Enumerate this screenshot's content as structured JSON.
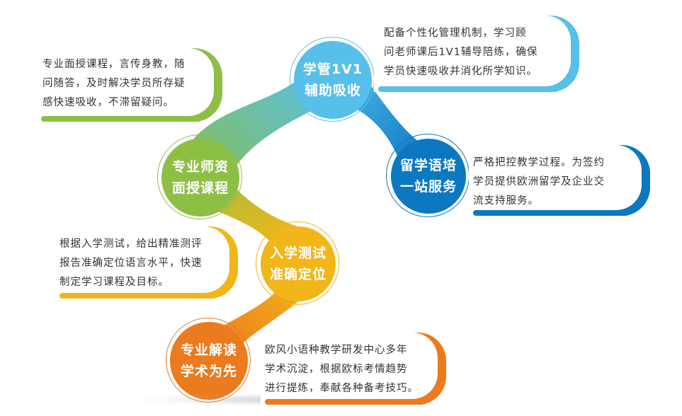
{
  "diagram": {
    "type": "flow-bubbles",
    "nodes": [
      {
        "id": "tutoring",
        "title_lines": [
          "学管1V1",
          "辅助吸收"
        ],
        "color": "#56BFEA",
        "description_lines": [
          "配备个性化管理机制，学习顾",
          "问老师课后1V1辅导陪练，确保",
          "学员快速吸收并消化所学知识。"
        ]
      },
      {
        "id": "faculty",
        "title_lines": [
          "专业师资",
          "面授课程"
        ],
        "color": "#8DBF45",
        "description_lines": [
          "专业面授课程，言传身教，随",
          "问随答，及时解决学员所存疑",
          "感快速吸收，不滞留疑问。"
        ]
      },
      {
        "id": "study-abroad",
        "title_lines": [
          "留学语培",
          "一站服务"
        ],
        "color": "#0B78C1",
        "description_lines": [
          "严格把控教学过程。为签约",
          "学员提供欧洲留学及企业交",
          "流支持服务。"
        ]
      },
      {
        "id": "placement",
        "title_lines": [
          "入学测试",
          "准确定位"
        ],
        "color": "#F2B61A",
        "description_lines": [
          "根据入学测试，给出精准测评",
          "报告准确定位语言水平，快速",
          "制定学习课程及目标。"
        ]
      },
      {
        "id": "academic",
        "title_lines": [
          "专业解读",
          "学术为先"
        ],
        "color": "#EC7A1E",
        "description_lines": [
          "欧风小语种教学研发中心多年",
          "学术沉淀，根据欧标考情趋势",
          "进行提炼，奉献各种备考技巧。"
        ]
      }
    ]
  }
}
